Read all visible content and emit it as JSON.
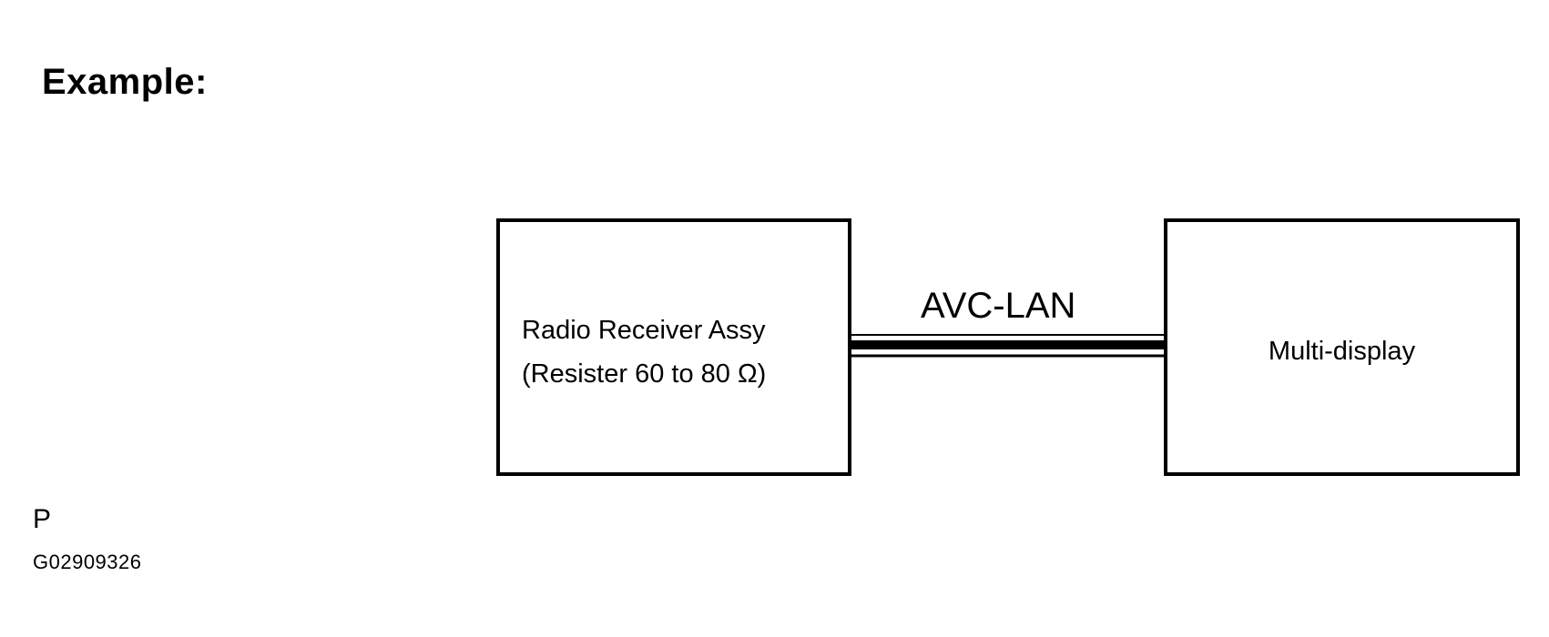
{
  "heading": "Example:",
  "components": {
    "left": {
      "line1": "Radio Receiver Assy",
      "line2": "(Resister 60 to 80 Ω)"
    },
    "right": {
      "label": "Multi-display"
    }
  },
  "connection": {
    "label": "AVC-LAN"
  },
  "footer": {
    "letter": "P",
    "code": "G02909326"
  }
}
